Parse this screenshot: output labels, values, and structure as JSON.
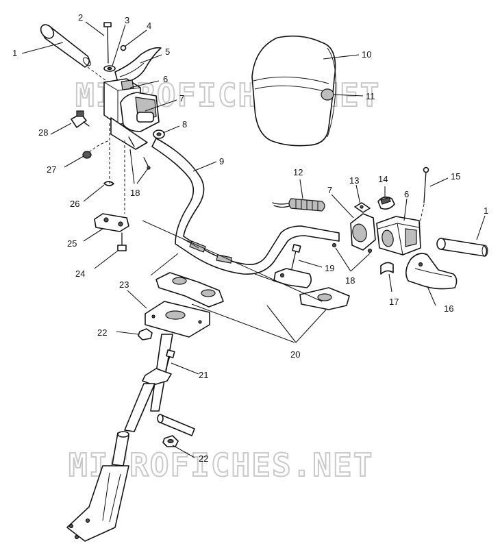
{
  "watermark": {
    "text": "MICROFICHES.NET"
  },
  "callouts": {
    "c1_left": "1",
    "c2": "2",
    "c3": "3",
    "c4": "4",
    "c5": "5",
    "c6_left": "6",
    "c7_left": "7",
    "c8": "8",
    "c9": "9",
    "c10": "10",
    "c11": "11",
    "c12": "12",
    "c13": "13",
    "c14": "14",
    "c15": "15",
    "c1_right": "1",
    "c6_right": "6",
    "c7_right": "7",
    "c16": "16",
    "c17": "17",
    "c18_left": "18",
    "c18_right": "18",
    "c19": "19",
    "c20": "20",
    "c21": "21",
    "c22_top": "22",
    "c22_bottom": "22",
    "c23": "23",
    "c24": "24",
    "c25": "25",
    "c26": "26",
    "c27": "27",
    "c28": "28"
  }
}
